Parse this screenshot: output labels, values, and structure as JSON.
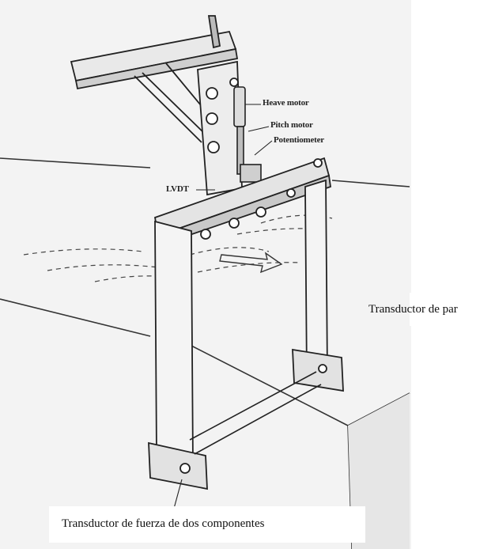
{
  "labels": {
    "heave_motor": "Heave motor",
    "pitch_motor": "Pitch motor",
    "potentiometer": "Potentiometer",
    "lvdt": "LVDT",
    "torque_transducer": "Transductor de par",
    "force_transducer": "Transductor de fuerza de dos componentes"
  },
  "colors": {
    "ink": "#222222",
    "paper": "#f2f2f2",
    "shade": "#d9d9d9"
  }
}
